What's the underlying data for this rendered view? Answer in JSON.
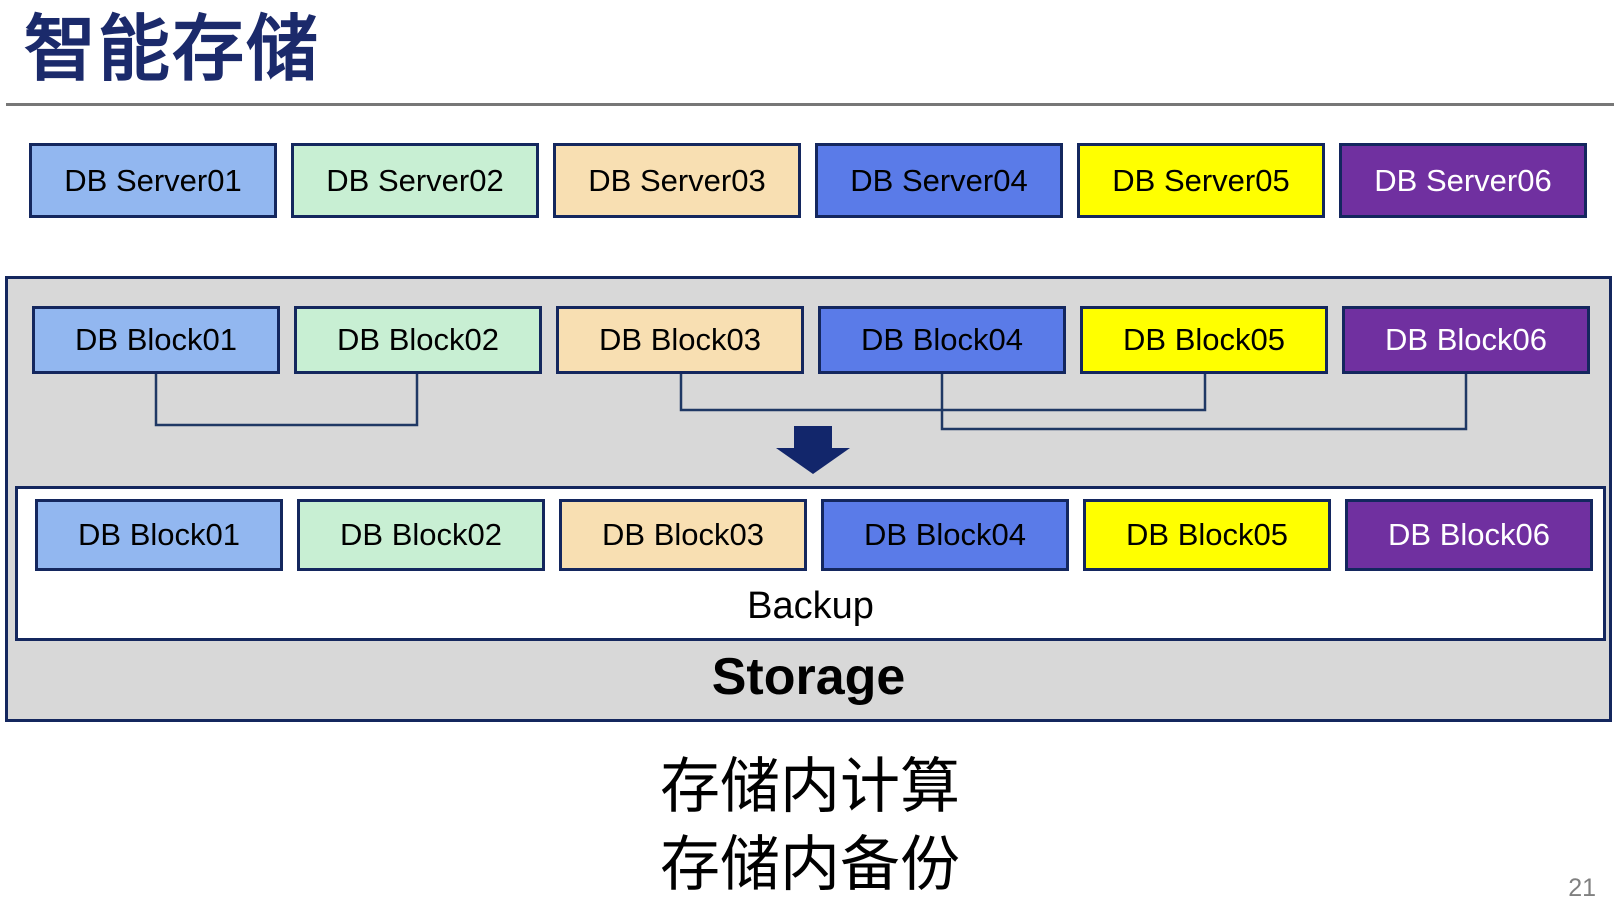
{
  "slide": {
    "title": "智能存储",
    "page_number": "21",
    "captions": [
      "存储内计算",
      "存储内备份"
    ]
  },
  "palette": {
    "title_navy": "#1B2A6B",
    "box_border_navy": "#14275E",
    "connector_navy": "#1F3864",
    "arrow_navy": "#12266B",
    "storage_gray_fill": "#D8D8D8",
    "divider_gray": "#777777",
    "page_number_gray": "#808080"
  },
  "servers": [
    {
      "label": "DB Server01",
      "fill": "#92B7F0",
      "text": "#000000"
    },
    {
      "label": "DB Server02",
      "fill": "#C8EFD3",
      "text": "#000000"
    },
    {
      "label": "DB Server03",
      "fill": "#F8DFB2",
      "text": "#000000"
    },
    {
      "label": "DB Server04",
      "fill": "#5A7BE8",
      "text": "#000000"
    },
    {
      "label": "DB Server05",
      "fill": "#FFFF00",
      "text": "#000000"
    },
    {
      "label": "DB Server06",
      "fill": "#7030A0",
      "text": "#FFFFFF"
    }
  ],
  "storage": {
    "label": "Storage",
    "backup_label": "Backup",
    "blocks_top": [
      {
        "label": "DB Block01",
        "fill": "#92B7F0",
        "text": "#000000"
      },
      {
        "label": "DB Block02",
        "fill": "#C8EFD3",
        "text": "#000000"
      },
      {
        "label": "DB Block03",
        "fill": "#F8DFB2",
        "text": "#000000"
      },
      {
        "label": "DB Block04",
        "fill": "#5A7BE8",
        "text": "#000000"
      },
      {
        "label": "DB Block05",
        "fill": "#FFFF00",
        "text": "#000000"
      },
      {
        "label": "DB Block06",
        "fill": "#7030A0",
        "text": "#FFFFFF"
      }
    ],
    "blocks_bottom": [
      {
        "label": "DB Block01",
        "fill": "#92B7F0",
        "text": "#000000"
      },
      {
        "label": "DB Block02",
        "fill": "#C8EFD3",
        "text": "#000000"
      },
      {
        "label": "DB Block03",
        "fill": "#F8DFB2",
        "text": "#000000"
      },
      {
        "label": "DB Block04",
        "fill": "#5A7BE8",
        "text": "#000000"
      },
      {
        "label": "DB Block05",
        "fill": "#FFFF00",
        "text": "#000000"
      },
      {
        "label": "DB Block06",
        "fill": "#7030A0",
        "text": "#FFFFFF"
      }
    ]
  }
}
